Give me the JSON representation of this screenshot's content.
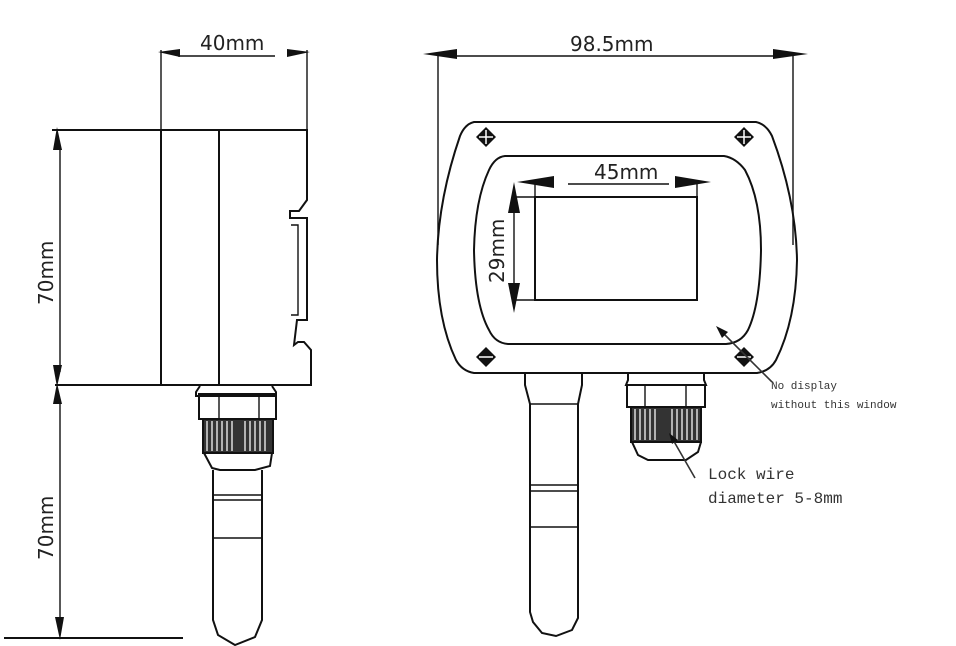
{
  "diagram": {
    "type": "dimensional technical drawing",
    "subject": "wall-mounted temperature/humidity transmitter with probe",
    "colors": {
      "line": "#111111",
      "text": "#222222",
      "background": "#ffffff"
    }
  },
  "side_view": {
    "width_dimension": "40mm",
    "housing_height_dimension": "70mm",
    "probe_length_dimension": "70mm"
  },
  "front_view": {
    "width_dimension": "98.5mm",
    "window_width_dimension": "45mm",
    "window_height_dimension": "29mm",
    "window_note_line1": "No display",
    "window_note_line2": "without this window",
    "gland_note_line1": "Lock wire",
    "gland_note_line2": "diameter 5-8mm"
  }
}
